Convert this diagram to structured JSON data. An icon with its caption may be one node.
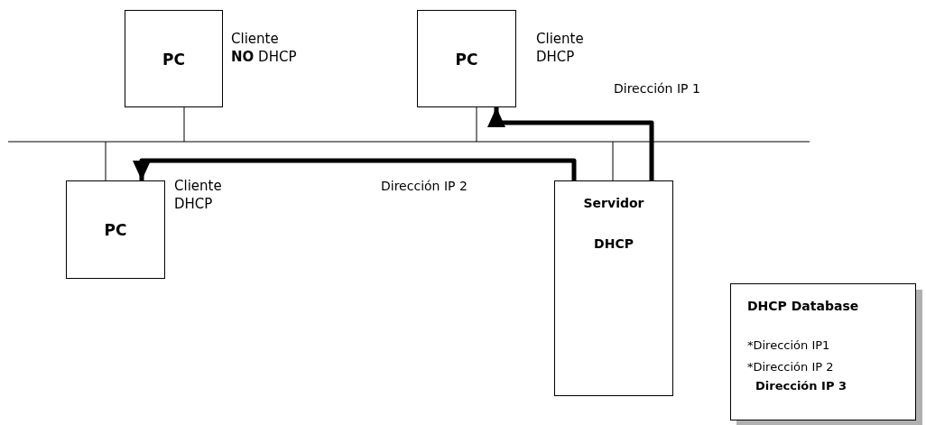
{
  "diagram": {
    "nodes": [
      {
        "text": [
          "PC"
        ],
        "beside": [
          "Cliente **NO** DHCP"
        ]
      },
      {
        "text": [
          "PC"
        ],
        "beside": [
          "Cliente DHCP"
        ]
      },
      {
        "text": [
          "PC"
        ],
        "beside": [
          "Cliente DHCP"
        ]
      },
      {
        "text": [
          "Servidor",
          "DHCP"
        ]
      },
      {
        "text": [
          "DHCP Database",
          "*Dirección IP1",
          "*Dirección IP 2",
          "**Dirección IP 3**"
        ]
      },
      {
        "text": [],
        "shape": "bar"
      }
    ],
    "edges": [
      {
        "from": 3,
        "to": 1,
        "arrow": "to",
        "label": "Dirección IP 1",
        "style": "thick"
      },
      {
        "from": 3,
        "to": 2,
        "arrow": "to",
        "label": "Dirección IP 2",
        "style": "thick"
      },
      {
        "from": 0,
        "to": 5,
        "arrow": "none"
      },
      {
        "from": 1,
        "to": 5,
        "arrow": "none"
      },
      {
        "from": 2,
        "to": 5,
        "arrow": "none"
      },
      {
        "from": 3,
        "to": 5,
        "arrow": "none"
      }
    ]
  }
}
